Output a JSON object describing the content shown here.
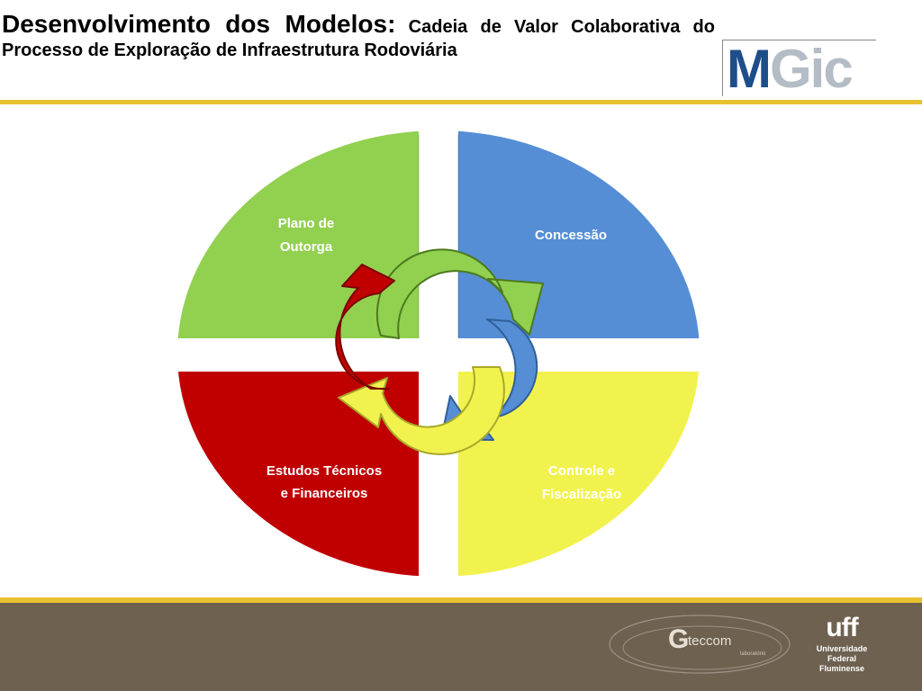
{
  "slide": {
    "title_main": "Desenvolvimento dos Modelos:",
    "title_sub": "Cadeia de Valor Colaborativa do Processo de Exploração de Infraestrutura Rodoviária"
  },
  "logo": {
    "letter_m": "M",
    "rest": "Gic"
  },
  "diagram": {
    "quadrants": [
      {
        "id": "plano",
        "lines": [
          "Plano de",
          "Outorga"
        ],
        "color": "#92d050"
      },
      {
        "id": "concessao",
        "lines": [
          "Concessão"
        ],
        "color": "#558ed5"
      },
      {
        "id": "controle",
        "lines": [
          "Controle e",
          "Fiscalização"
        ],
        "color": "#f2f24f"
      },
      {
        "id": "estudos",
        "lines": [
          "Estudos Técnicos",
          "e Financeiros"
        ],
        "color": "#c00000"
      }
    ]
  },
  "footer": {
    "gteccom_g": "G",
    "gteccom_word": "teccom",
    "gteccom_sub": "laboratório",
    "uff_mark": "uff",
    "uff_line1": "Universidade",
    "uff_line2": "Federal",
    "uff_line3": "Fluminense"
  },
  "colors": {
    "gold": "#e8c12e",
    "footer": "#6e6150",
    "logo_blue": "#1d4e8a"
  }
}
